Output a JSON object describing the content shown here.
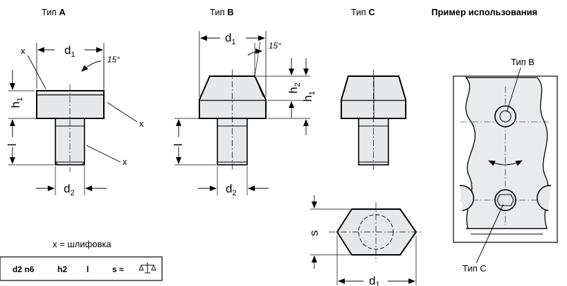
{
  "headers": {
    "type_prefix": "Тип",
    "type_a": "A",
    "type_b": "B",
    "type_c": "C",
    "usage_example": "Пример использования"
  },
  "dimensions": {
    "d": "d",
    "h": "h",
    "l": "l",
    "s": "s",
    "sub1": "1",
    "sub2": "2",
    "angle": "15°",
    "x": "x"
  },
  "usage_labels": {
    "type_b": "Тип B",
    "type_c": "Тип C"
  },
  "legend": {
    "x_meaning": "x = шлифовка"
  },
  "table_header": {
    "col1": "d2 n6",
    "col2": "h2",
    "col3": "l",
    "col4": "s ≈",
    "col5_icon": "scale-icon"
  },
  "colors": {
    "part_fill": "#e6e8ec",
    "plate_fill": "#e9ebef",
    "line": "#000000"
  }
}
